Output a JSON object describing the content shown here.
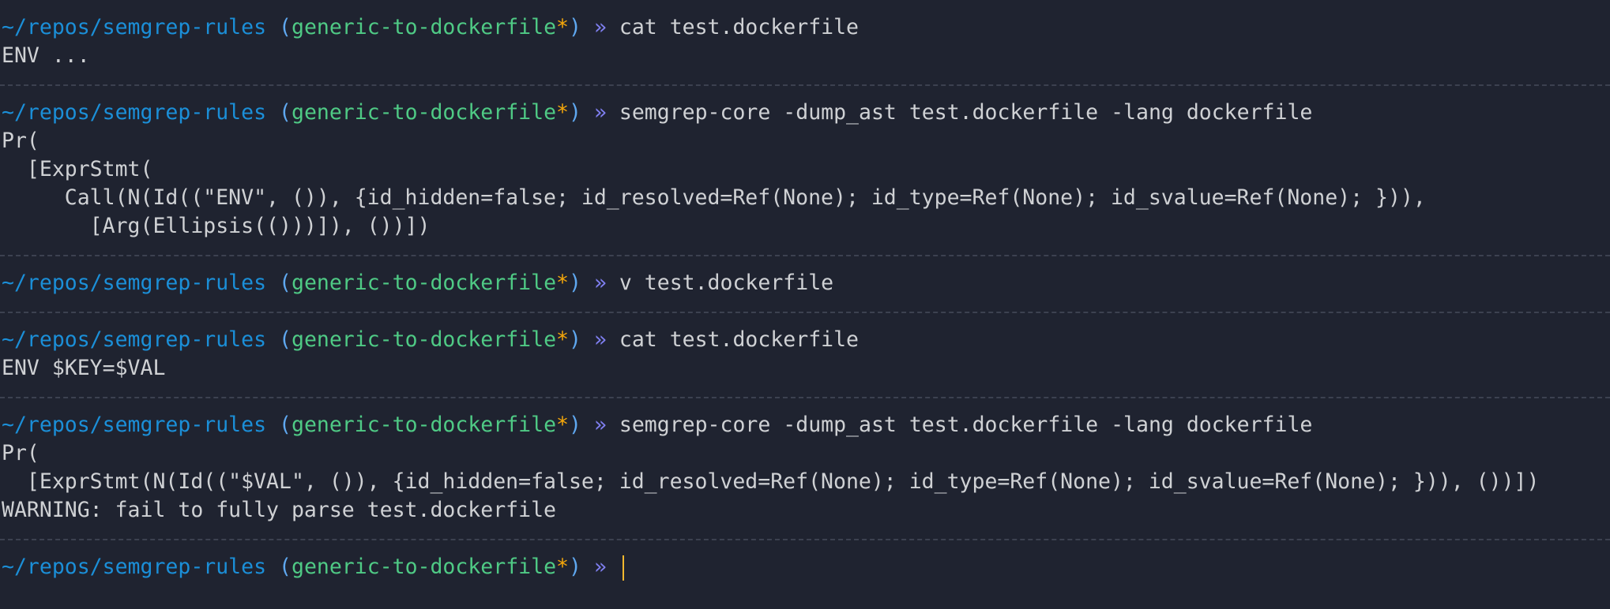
{
  "prompt": {
    "path": "~/repos/semgrep-rules",
    "branch": "generic-to-dockerfile",
    "dirty_marker": "*",
    "arrow": "»"
  },
  "colors": {
    "background": "#1f2330",
    "path": "#1b8fd8",
    "branch": "#4fca85",
    "dirty": "#f5a70a",
    "arrow": "#7f7ff0",
    "text": "#cfd1d4"
  },
  "blocks": [
    {
      "command": "cat test.dockerfile",
      "output": [
        "ENV ..."
      ]
    },
    {
      "command": "semgrep-core -dump_ast test.dockerfile -lang dockerfile",
      "output": [
        "Pr(",
        "  [ExprStmt(",
        "     Call(N(Id((\"ENV\", ()), {id_hidden=false; id_resolved=Ref(None); id_type=Ref(None); id_svalue=Ref(None); })),",
        "       [Arg(Ellipsis(()))]), ())])"
      ]
    },
    {
      "command": "v test.dockerfile",
      "output": []
    },
    {
      "command": "cat test.dockerfile",
      "output": [
        "ENV $KEY=$VAL"
      ]
    },
    {
      "command": "semgrep-core -dump_ast test.dockerfile -lang dockerfile",
      "output": [
        "Pr(",
        "  [ExprStmt(N(Id((\"$VAL\", ()), {id_hidden=false; id_resolved=Ref(None); id_type=Ref(None); id_svalue=Ref(None); })), ())])",
        "WARNING: fail to fully parse test.dockerfile"
      ]
    }
  ],
  "current_command": ""
}
